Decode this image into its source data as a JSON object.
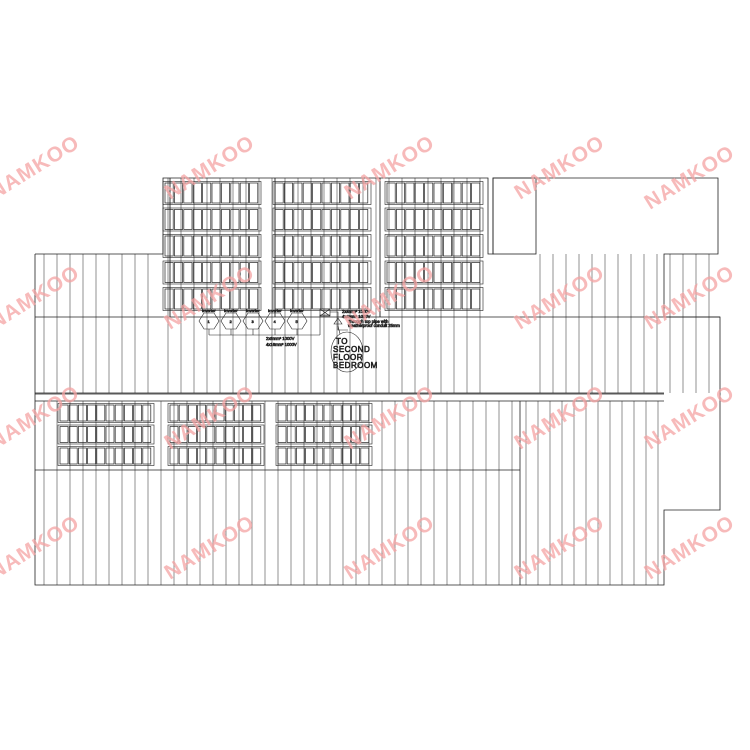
{
  "watermark": {
    "text": "NAMKOO",
    "color": "#f4a3a3"
  },
  "inverters": {
    "label": "Inverter",
    "count": 5
  },
  "notes": {
    "cable_top_1": "2x4mm² 1000V",
    "cable_top_2": "4x4mm² 1000V",
    "conduit_1": "Through top pipe with",
    "conduit_2": "weatherproof conduit 25mm",
    "cable_bottom_1": "2x6mm² 1000V",
    "cable_bottom_2": "4x16mm² 1000V"
  },
  "destination": {
    "line1": "TO",
    "line2": "SECOND",
    "line3": "FLOOR",
    "line4": "BEDROOM"
  },
  "colors": {
    "line": "#222222",
    "background": "#ffffff"
  }
}
